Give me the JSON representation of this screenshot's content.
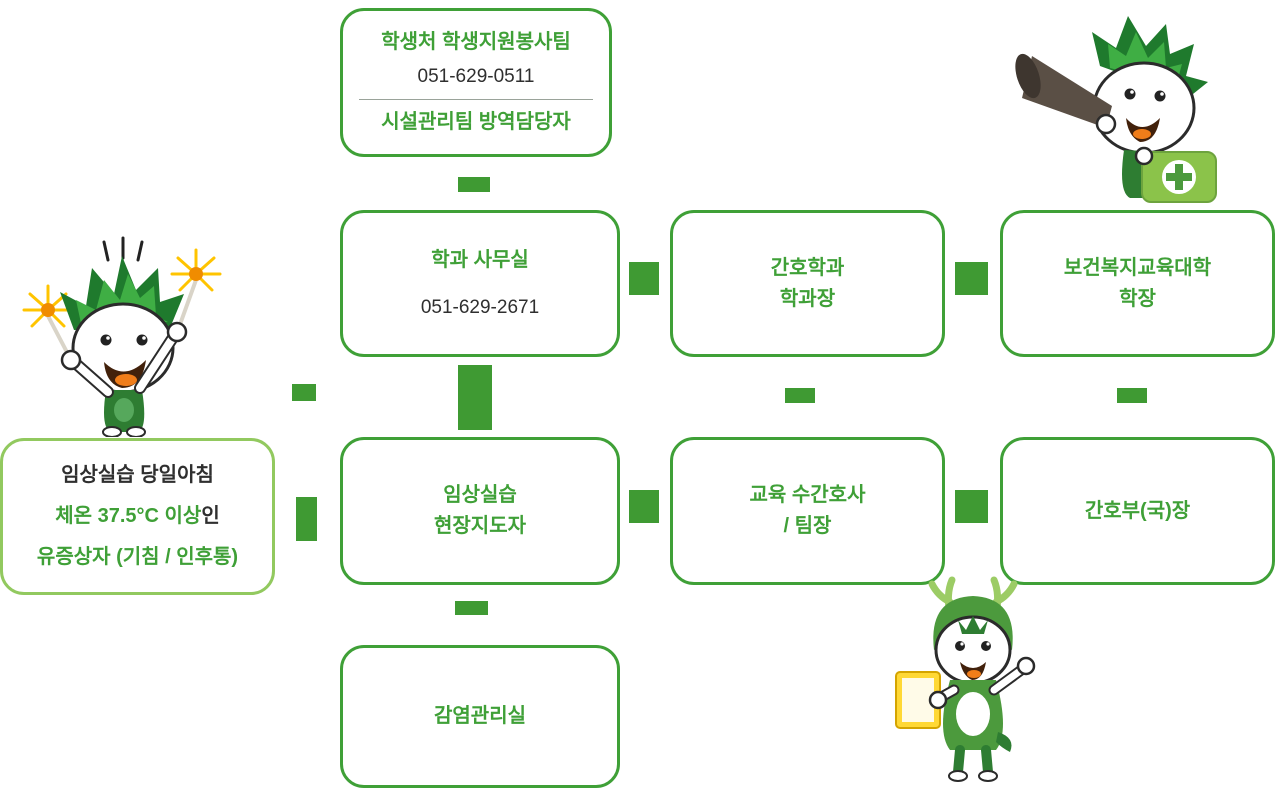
{
  "colors": {
    "green": "#3fa037",
    "green_text": "#3fa037",
    "connector": "#3f9a33",
    "light_green": "#92c95f",
    "dark_text": "#2f2f2f",
    "divider": "#9aa39a"
  },
  "diagram": {
    "support_team": {
      "line1": "학생처 학생지원봉사팀",
      "phone": "051-629-0511",
      "line2": "시설관리팀 방역담당자"
    },
    "dept_office": {
      "title": "학과 사무실",
      "phone": "051-629-2671"
    },
    "nursing_dept_head": {
      "line1": "간호학과",
      "line2": "학과장"
    },
    "college_dean": {
      "line1": "보건복지교육대학",
      "line2": "학장"
    },
    "symptom_case": {
      "line1": "임상실습 당일아침",
      "line2_green": "체온 37.5°C 이상",
      "line2_dark": "인",
      "line3": "유증상자 (기침 / 인후통)"
    },
    "field_supervisor": {
      "line1": "임상실습",
      "line2": "현장지도자"
    },
    "edu_head_nurse": {
      "line1": "교육 수간호사",
      "line2": "/ 팀장"
    },
    "nursing_director": {
      "title": "간호부(국)장"
    },
    "infection_control": {
      "title": "감염관리실"
    }
  },
  "mascots": {
    "left": "sparkler-horse-mascot",
    "top_right": "megaphone-horse-mascot",
    "bottom_right": "deer-with-book-mascot"
  }
}
